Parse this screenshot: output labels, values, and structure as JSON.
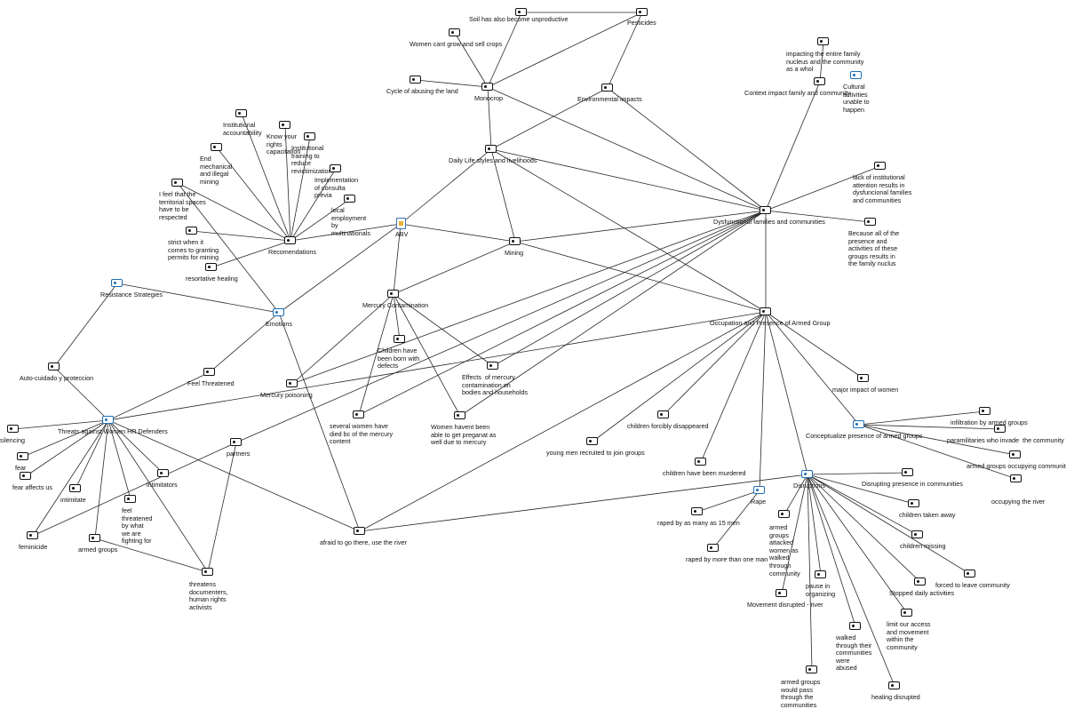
{
  "nodes": [
    {
      "id": "soil",
      "label": "Soil has also become unproductive"
    },
    {
      "id": "pesticides",
      "label": "Pesticides"
    },
    {
      "id": "women_cant",
      "label": "Women cant grow and sell crops"
    },
    {
      "id": "impacting",
      "label": "impacting the entire family\nnucleus and the community\nas a whol"
    },
    {
      "id": "cycle",
      "label": "Cycle of abusing the land"
    },
    {
      "id": "monocrop",
      "label": "Monocrop"
    },
    {
      "id": "env",
      "label": "Environmental impacts"
    },
    {
      "id": "context",
      "label": "Context impact family and community"
    },
    {
      "id": "cultural",
      "label": "Cultural\nactivities\nunable to\nhappen"
    },
    {
      "id": "inst_acc",
      "label": "Institutional\naccountability"
    },
    {
      "id": "know",
      "label": "Know your\nrights\ncapacitation"
    },
    {
      "id": "inst_train",
      "label": "Institutional\ntraining to\nreduce\nrevictimization"
    },
    {
      "id": "end_mining",
      "label": "End\nmechanical\nand illegal\nmining"
    },
    {
      "id": "consulta",
      "label": "Implementation\nof consulta\nprevia"
    },
    {
      "id": "daily",
      "label": "Daily Life styles and livelihoods"
    },
    {
      "id": "lack",
      "label": "lack of institutional\nattention results in\ndysfuncional families\nand communities"
    },
    {
      "id": "feel_terr",
      "label": "I feel that the\nterritorial spaces\nhave to be\nrespected"
    },
    {
      "id": "local_emp",
      "label": "local\nemployment\nby\nmultinationals"
    },
    {
      "id": "abv",
      "label": "ABV"
    },
    {
      "id": "dysf",
      "label": "Dysfunctional families and communities"
    },
    {
      "id": "because",
      "label": "Because all of the\npresence and\nactivities of these\ngroups results in\nthe family nuclus"
    },
    {
      "id": "strict",
      "label": "strict when it\ncomes to granting\npermits for mining"
    },
    {
      "id": "recom",
      "label": "Recomendations"
    },
    {
      "id": "mining",
      "label": "Mining"
    },
    {
      "id": "resort",
      "label": "resortative healing"
    },
    {
      "id": "resist",
      "label": "Resistance Strategies"
    },
    {
      "id": "mercury",
      "label": "Mercury Contamination"
    },
    {
      "id": "emotions",
      "label": "Emotions"
    },
    {
      "id": "occupation",
      "label": "Occupation and Presence of Armed Group"
    },
    {
      "id": "children_born",
      "label": "Children have\nbeen born with\ndefects"
    },
    {
      "id": "effects",
      "label": "Effects  of mercury\ncontamination on\nbodies and households"
    },
    {
      "id": "auto",
      "label": "Auto-cuidado y proteccion"
    },
    {
      "id": "feel_threat",
      "label": "Feel Threatened"
    },
    {
      "id": "merc_pois",
      "label": "Mercury poisoning"
    },
    {
      "id": "major",
      "label": "major impact of women"
    },
    {
      "id": "several",
      "label": "several women have\ndied bc of the mercury\ncontent"
    },
    {
      "id": "womenhavent",
      "label": "Women havent been\nable to get preganat as\nwell due to mercury"
    },
    {
      "id": "forcibly",
      "label": "children forcibly disappeared"
    },
    {
      "id": "infiltration",
      "label": "infiltration by armed groups"
    },
    {
      "id": "threats",
      "label": "Threats against Women HR Defenders"
    },
    {
      "id": "silencing",
      "label": "silencing"
    },
    {
      "id": "conceptualize",
      "label": "Conceptualize presence of armed groups"
    },
    {
      "id": "paramil",
      "label": "paramilitaries who invade  the community"
    },
    {
      "id": "partners",
      "label": "partners"
    },
    {
      "id": "young",
      "label": "young men recruited to join groups"
    },
    {
      "id": "fear",
      "label": "fear"
    },
    {
      "id": "armed_occ",
      "label": "armed groups occupying communities"
    },
    {
      "id": "fear_affects",
      "label": "fear affects us"
    },
    {
      "id": "intimidators",
      "label": "intimitators"
    },
    {
      "id": "murdered",
      "label": "children have been murdered"
    },
    {
      "id": "disrupt_pres",
      "label": "Disrupting presence in communities"
    },
    {
      "id": "disruptions",
      "label": "Disruptions"
    },
    {
      "id": "intimidate",
      "label": "intimitate"
    },
    {
      "id": "feel_threatened_fight",
      "label": "feel\nthreatened\nby what\nwe are\nfighting for"
    },
    {
      "id": "rape",
      "label": "Rape"
    },
    {
      "id": "occupying_river",
      "label": "occupying the river"
    },
    {
      "id": "taken",
      "label": "children taken away"
    },
    {
      "id": "raped15",
      "label": "raped by as many as 15 men"
    },
    {
      "id": "armed_attacked",
      "label": "armed\ngroups\nattacked\nwomen as\nwalked\nthrough\ncommunity"
    },
    {
      "id": "afraid",
      "label": "afraid to go there, use the river"
    },
    {
      "id": "femicide",
      "label": "feminicide"
    },
    {
      "id": "armed_groups",
      "label": "armed groups"
    },
    {
      "id": "missing",
      "label": "children missing"
    },
    {
      "id": "raped_more",
      "label": "raped by more than one man"
    },
    {
      "id": "forced_leave",
      "label": "forced to leave community"
    },
    {
      "id": "threatens",
      "label": "threatens\ndocumenters,\nhuman rights\nactivists"
    },
    {
      "id": "pause",
      "label": "pause in\norganizing"
    },
    {
      "id": "stopped",
      "label": "Stopped daily activities"
    },
    {
      "id": "movement",
      "label": "Movement disrupted - river"
    },
    {
      "id": "limit",
      "label": "limit our access\nand movement\nwithin the\ncommunity"
    },
    {
      "id": "walked",
      "label": "walked\nthrough their\ncommunities\nwere\nabused"
    },
    {
      "id": "would_pass",
      "label": "armed groups\nwould pass\nthrough the\ncommunities"
    },
    {
      "id": "healing",
      "label": "healing disrupted"
    }
  ],
  "edges": [
    [
      "soil",
      "pesticides"
    ],
    [
      "soil",
      "monocrop"
    ],
    [
      "women_cant",
      "monocrop"
    ],
    [
      "pesticides",
      "monocrop"
    ],
    [
      "pesticides",
      "env"
    ],
    [
      "cycle",
      "monocrop"
    ],
    [
      "monocrop",
      "daily"
    ],
    [
      "monocrop",
      "dysf"
    ],
    [
      "env",
      "daily"
    ],
    [
      "env",
      "dysf"
    ],
    [
      "impacting",
      "context"
    ],
    [
      "context",
      "dysf"
    ],
    [
      "daily",
      "abv"
    ],
    [
      "daily",
      "mining"
    ],
    [
      "daily",
      "dysf"
    ],
    [
      "daily",
      "occupation"
    ],
    [
      "lack",
      "dysf"
    ],
    [
      "because",
      "dysf"
    ],
    [
      "dysf",
      "mining"
    ],
    [
      "dysf",
      "occupation"
    ],
    [
      "dysf",
      "effects"
    ],
    [
      "dysf",
      "several"
    ],
    [
      "dysf",
      "womenhavent"
    ],
    [
      "dysf",
      "partners"
    ],
    [
      "dysf",
      "merc_pois"
    ],
    [
      "abv",
      "recom"
    ],
    [
      "abv",
      "mining"
    ],
    [
      "abv",
      "emotions"
    ],
    [
      "abv",
      "mercury"
    ],
    [
      "mining",
      "mercury"
    ],
    [
      "mining",
      "occupation"
    ],
    [
      "inst_acc",
      "recom"
    ],
    [
      "know",
      "recom"
    ],
    [
      "inst_train",
      "recom"
    ],
    [
      "end_mining",
      "recom"
    ],
    [
      "consulta",
      "recom"
    ],
    [
      "local_emp",
      "recom"
    ],
    [
      "feel_terr",
      "recom"
    ],
    [
      "strict",
      "recom"
    ],
    [
      "resort",
      "recom"
    ],
    [
      "feel_terr",
      "emotions"
    ],
    [
      "resist",
      "emotions"
    ],
    [
      "resist",
      "auto"
    ],
    [
      "emotions",
      "feel_threat"
    ],
    [
      "emotions",
      "afraid"
    ],
    [
      "mercury",
      "merc_pois"
    ],
    [
      "mercury",
      "children_born"
    ],
    [
      "mercury",
      "several"
    ],
    [
      "mercury",
      "womenhavent"
    ],
    [
      "mercury",
      "effects"
    ],
    [
      "auto",
      "threats"
    ],
    [
      "feel_threat",
      "threats"
    ],
    [
      "occupation",
      "threats"
    ],
    [
      "occupation",
      "afraid"
    ],
    [
      "occupation",
      "major"
    ],
    [
      "occupation",
      "forcibly"
    ],
    [
      "occupation",
      "young"
    ],
    [
      "occupation",
      "murdered"
    ],
    [
      "occupation",
      "rape"
    ],
    [
      "occupation",
      "disruptions"
    ],
    [
      "occupation",
      "conceptualize"
    ],
    [
      "conceptualize",
      "infiltration"
    ],
    [
      "conceptualize",
      "paramil"
    ],
    [
      "conceptualize",
      "armed_occ"
    ],
    [
      "conceptualize",
      "occupying_river"
    ],
    [
      "threats",
      "silencing"
    ],
    [
      "threats",
      "fear"
    ],
    [
      "threats",
      "fear_affects"
    ],
    [
      "threats",
      "intimidators"
    ],
    [
      "threats",
      "intimidate"
    ],
    [
      "threats",
      "feel_threatened_fight"
    ],
    [
      "threats",
      "femicide"
    ],
    [
      "threats",
      "armed_groups"
    ],
    [
      "threats",
      "threatens"
    ],
    [
      "threats",
      "afraid"
    ],
    [
      "partners",
      "femicide"
    ],
    [
      "partners",
      "threatens"
    ],
    [
      "armed_groups",
      "threatens"
    ],
    [
      "rape",
      "raped15"
    ],
    [
      "rape",
      "raped_more"
    ],
    [
      "disruptions",
      "disrupt_pres"
    ],
    [
      "disruptions",
      "taken"
    ],
    [
      "disruptions",
      "missing"
    ],
    [
      "disruptions",
      "forced_leave"
    ],
    [
      "disruptions",
      "stopped"
    ],
    [
      "disruptions",
      "limit"
    ],
    [
      "disruptions",
      "walked"
    ],
    [
      "disruptions",
      "would_pass"
    ],
    [
      "disruptions",
      "healing"
    ],
    [
      "disruptions",
      "pause"
    ],
    [
      "disruptions",
      "movement"
    ],
    [
      "disruptions",
      "armed_attacked"
    ],
    [
      "disruptions",
      "afraid"
    ]
  ]
}
